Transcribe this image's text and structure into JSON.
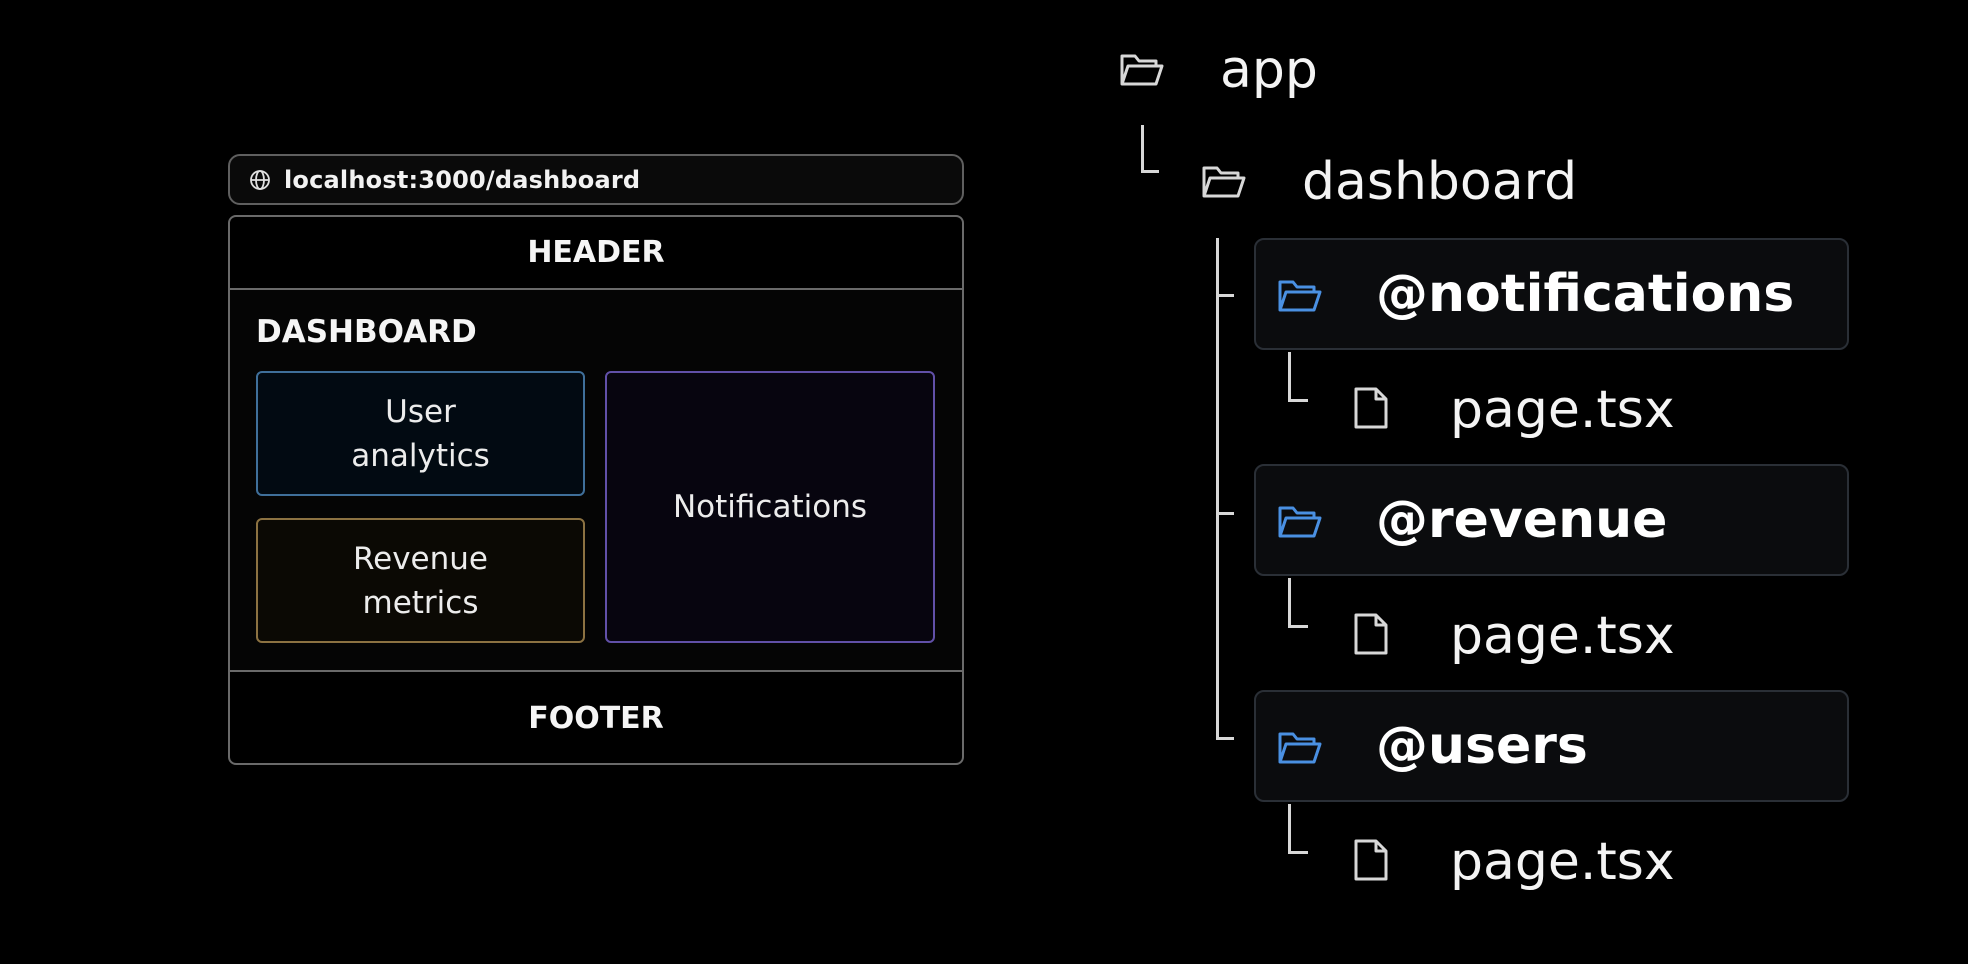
{
  "browser": {
    "url": "localhost:3000/dashboard",
    "header_label": "HEADER",
    "footer_label": "FOOTER",
    "dashboard_title": "DASHBOARD",
    "slots": {
      "users": "User analytics",
      "revenue": "Revenue metrics",
      "notifications": "Notifications"
    }
  },
  "tree": {
    "root": "app",
    "child": "dashboard",
    "slots": [
      {
        "label": "@notifications",
        "file": "page.tsx"
      },
      {
        "label": "@revenue",
        "file": "page.tsx"
      },
      {
        "label": "@users",
        "file": "page.tsx"
      }
    ]
  },
  "colors": {
    "background": "#000000",
    "users_border": "#3f6f9a",
    "revenue_border": "#8c7242",
    "notifications_border": "#6150a8",
    "slot_folder_icon": "#4a90e2",
    "folder_icon": "#d8d8d8"
  },
  "icons": {
    "url_bar": "globe-icon",
    "folders": "folder-open-icon",
    "files": "file-icon"
  }
}
